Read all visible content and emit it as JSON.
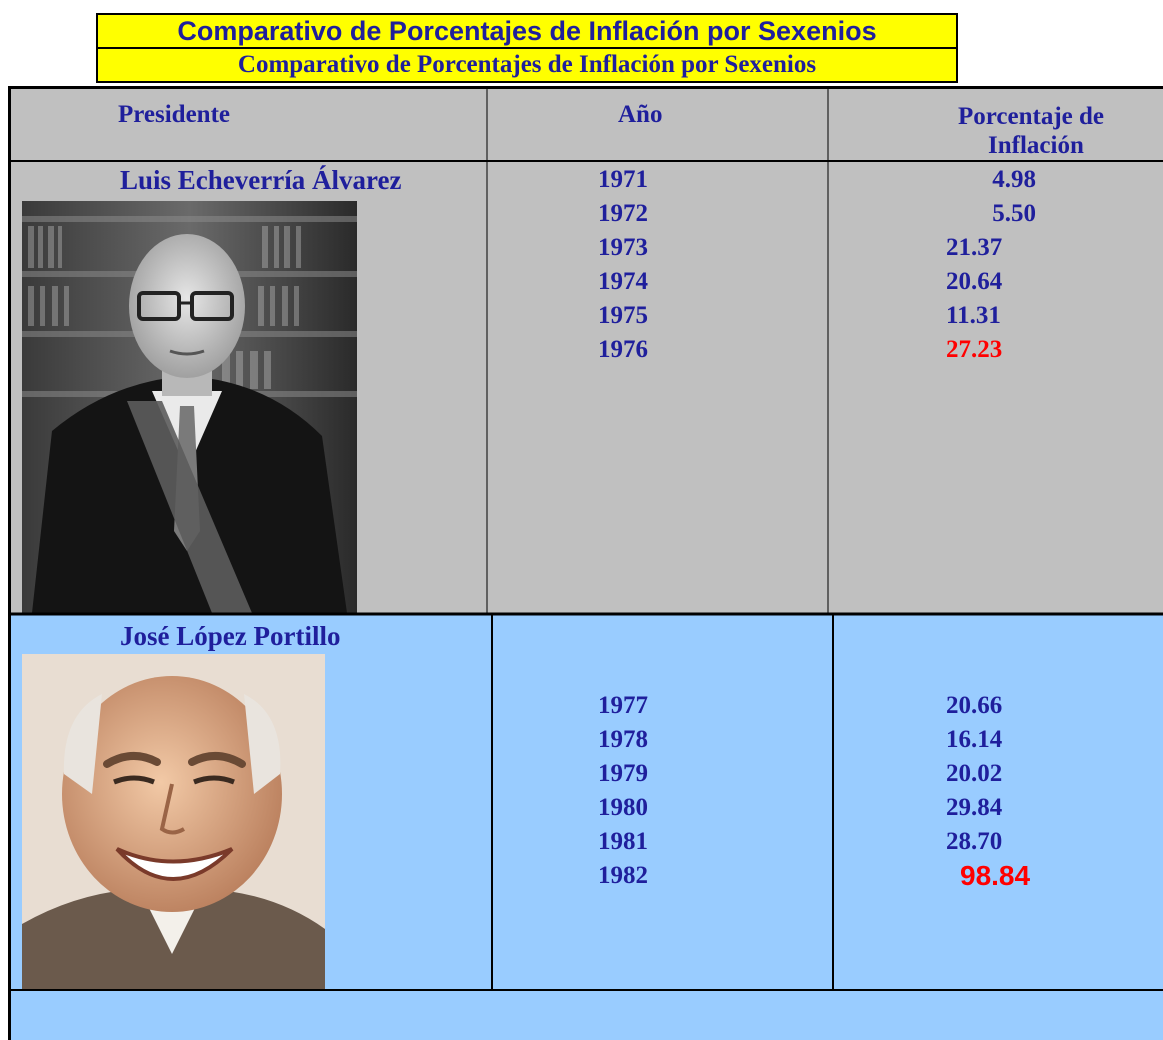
{
  "title": {
    "line1": "Comparativo de Porcentajes de Inflación por Sexenios",
    "line2": "Comparativo de Porcentajes de Inflación por Sexenios"
  },
  "header": {
    "president": "Presidente",
    "year": "Año",
    "inflation_line1": "Porcentaje de",
    "inflation_line2": "Inflación"
  },
  "presidents": [
    {
      "name": "Luis Echeverría Álvarez",
      "years": [
        "1971",
        "1972",
        "1973",
        "1974",
        "1975",
        "1976"
      ],
      "inflation": [
        "4.98",
        "5.50",
        "21.37",
        "20.64",
        "11.31",
        "27.23"
      ],
      "highlight_color": "#ff0000"
    },
    {
      "name": "José López Portillo",
      "years": [
        "1977",
        "1978",
        "1979",
        "1980",
        "1981",
        "1982"
      ],
      "inflation": [
        "20.66",
        "16.14",
        "20.02",
        "29.84",
        "28.70",
        "98.84"
      ],
      "highlight_color": "#ff0000"
    }
  ],
  "colors": {
    "title_bg": "#ffff00",
    "text": "#1f1f9c",
    "row1_bg": "#c0c0c0",
    "row2_bg": "#99ccff",
    "highlight": "#ff0000"
  }
}
